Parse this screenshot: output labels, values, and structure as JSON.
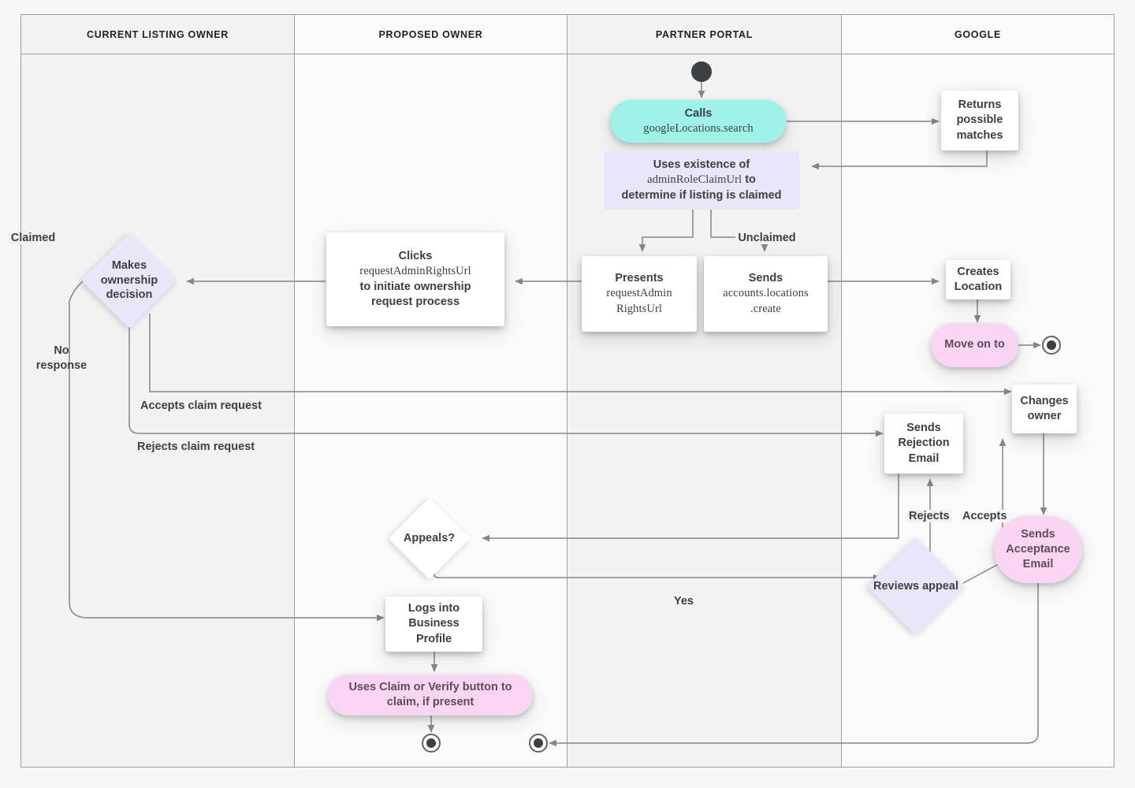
{
  "diagram": {
    "title": "Business listing ownership transfer flow",
    "type": "swimlane-flowchart",
    "colors": {
      "cyan": "#9ff2e9",
      "pink": "#fad4f3",
      "lavender": "#eae6fa",
      "white": "#ffffff",
      "edge": "#80868b",
      "lane_dark": "#f2f2f2",
      "lane_light": "#fafafa",
      "text": "#3c4043"
    }
  },
  "lanes": [
    {
      "label": "CURRENT LISTING OWNER"
    },
    {
      "label": "PROPOSED OWNER"
    },
    {
      "label": "PARTNER PORTAL"
    },
    {
      "label": "GOOGLE"
    }
  ],
  "nodes": {
    "start_partner": {
      "shape": "start",
      "label": ""
    },
    "calls_search": {
      "line1": "Calls",
      "line2": "googleLocations.search",
      "shape": "pill",
      "color": "cyan"
    },
    "returns_matches": {
      "label": "Returns possible matches",
      "shape": "box",
      "color": "white"
    },
    "uses_existence": {
      "line1": "Uses existence of",
      "line2": "adminRoleClaimUrl",
      "line3": " to",
      "line4": "determine if listing is claimed",
      "shape": "box",
      "color": "lavender"
    },
    "presents_url": {
      "line1": "Presents",
      "line2": "requestAdmin",
      "line3": "RightsUrl",
      "shape": "box",
      "color": "white"
    },
    "sends_create": {
      "line1": "Sends",
      "line2": "accounts.locations",
      "line3": ".create",
      "shape": "box",
      "color": "white"
    },
    "creates_location": {
      "label": "Creates Location",
      "shape": "box",
      "color": "white"
    },
    "move_on_to": {
      "label": "Move on to",
      "shape": "pill",
      "color": "pink"
    },
    "end_google": {
      "shape": "end",
      "label": ""
    },
    "clicks_request": {
      "line1": "Clicks",
      "line2": "requestAdminRightsUrl",
      "line3": "to initiate ownership",
      "line4": "request process",
      "shape": "box",
      "color": "white"
    },
    "makes_decision": {
      "label": "Makes ownership decision",
      "shape": "diamond",
      "color": "lavender"
    },
    "changes_owner": {
      "label": "Changes owner",
      "shape": "box",
      "color": "white"
    },
    "sends_rejection": {
      "label": "Sends Rejection Email",
      "shape": "box",
      "color": "white"
    },
    "sends_acceptance": {
      "label": "Sends Acceptance Email",
      "shape": "pill",
      "color": "pink"
    },
    "appeals": {
      "label": "Appeals?",
      "shape": "diamond",
      "color": "white"
    },
    "reviews_appeal": {
      "label": "Reviews appeal",
      "shape": "diamond",
      "color": "lavender"
    },
    "logs_into": {
      "label": "Logs into Business Profile",
      "shape": "box",
      "color": "white"
    },
    "uses_claim_verify": {
      "label": "Uses Claim or Verify button to claim, if present",
      "shape": "pill",
      "color": "pink"
    },
    "end_proposed": {
      "shape": "end",
      "label": ""
    },
    "end_partner": {
      "shape": "end",
      "label": ""
    }
  },
  "edge_labels": {
    "claimed": "Claimed",
    "unclaimed": "Unclaimed",
    "no_response": "No\nresponse",
    "accepts_claim": "Accepts claim request",
    "rejects_claim": "Rejects claim request",
    "rejects": "Rejects",
    "accepts": "Accepts",
    "yes": "Yes"
  }
}
